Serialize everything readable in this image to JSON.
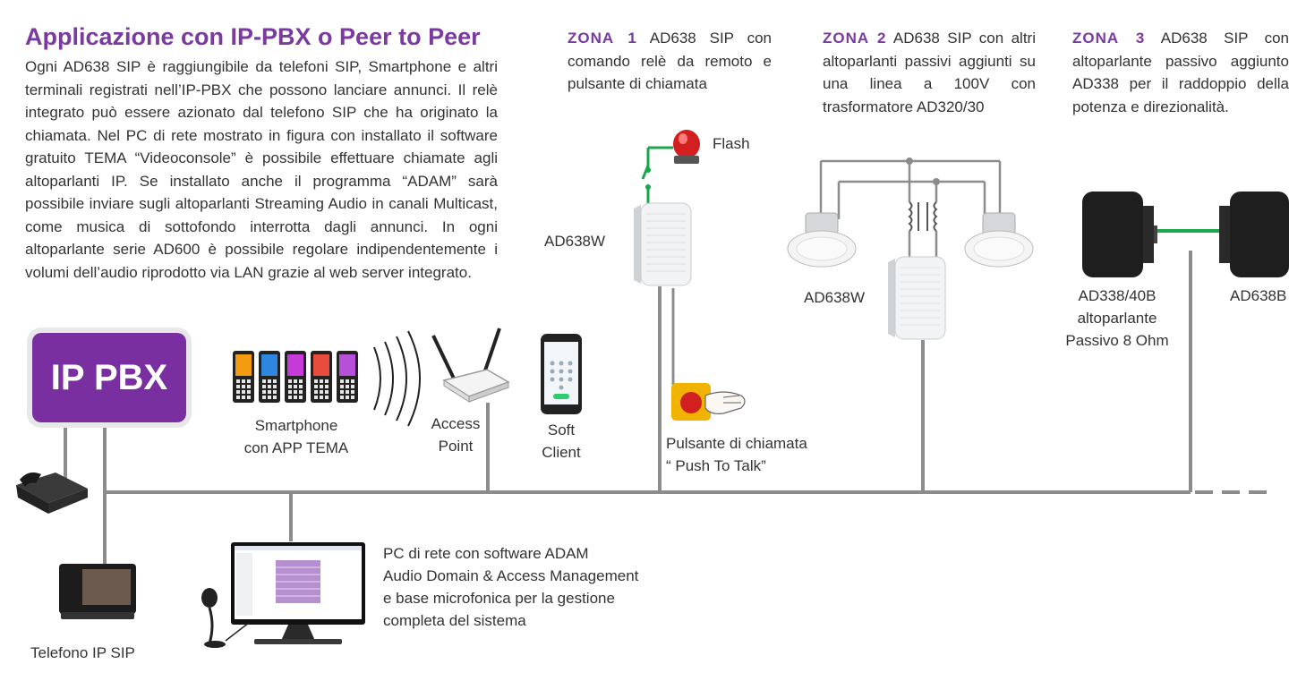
{
  "title": "Applicazione con IP-PBX o Peer to Peer",
  "intro": "Ogni AD638 SIP è raggiungibile da telefoni SIP, Smartphone e altri terminali registrati nell’IP-PBX che possono lanciare annunci. Il relè integrato può essere azionato dal telefono SIP che ha originato la chiamata. Nel PC di rete mostrato in figura con installato il software gratuito TEMA “Videoconsole” è possibile effettuare chiamate agli altoparlanti IP. Se installato anche il programma “ADAM” sarà possibile inviare sugli altoparlanti Streaming  Audio in canali Multicast, come musica di sottofondo interrotta dagli annunci. In ogni altoparlante serie AD600 è possibile regolare indipendentemente i volumi dell’audio riprodotto via LAN grazie al web server integrato.",
  "zones": [
    {
      "label": "ZONA 1",
      "text": "AD638 SIP con comando relè da remoto e pulsante di chiamata"
    },
    {
      "label": "ZONA 2",
      "text": "AD638 SIP con altri altoparlanti passivi aggiunti su una linea a 100V con trasformatore AD320/30"
    },
    {
      "label": "ZONA 3",
      "text": "AD638 SIP con altoparlante passivo aggiunto AD338 per il raddoppio della potenza e direzionalità."
    }
  ],
  "labels": {
    "pbx": "IP PBX",
    "smartphone": [
      "Smartphone",
      "con APP TEMA"
    ],
    "access_point": [
      "Access",
      "Point"
    ],
    "soft_client": [
      "Soft",
      "Client"
    ],
    "flash": "Flash",
    "ad638w_zone1": "AD638W",
    "ad638w_zone2": "AD638W",
    "push_button": [
      "Pulsante di chiamata",
      "“ Push To Talk”"
    ],
    "ad338": [
      "AD338/40B",
      "altoparlante",
      "Passivo 8 Ohm"
    ],
    "ad638b": "AD638B",
    "pc": [
      "PC di rete con software ADAM",
      "Audio Domain & Access Management",
      "e base microfonica per la gestione",
      "completa del sistema"
    ],
    "ip_phone": "Telefono IP SIP"
  },
  "colors": {
    "accent_purple": "#7a3aa0",
    "pbx_fill": "#7a2fa0",
    "network_line": "#8c8c8c",
    "relay_wire": "#1aa64a",
    "speaker_link": "#1aa64a",
    "flash_red": "#d21f1f",
    "button_yellow": "#f0b400"
  },
  "phone_colors": [
    "#f39c12",
    "#2e86de",
    "#c63ad8",
    "#e74c3c",
    "#b84fd8"
  ]
}
